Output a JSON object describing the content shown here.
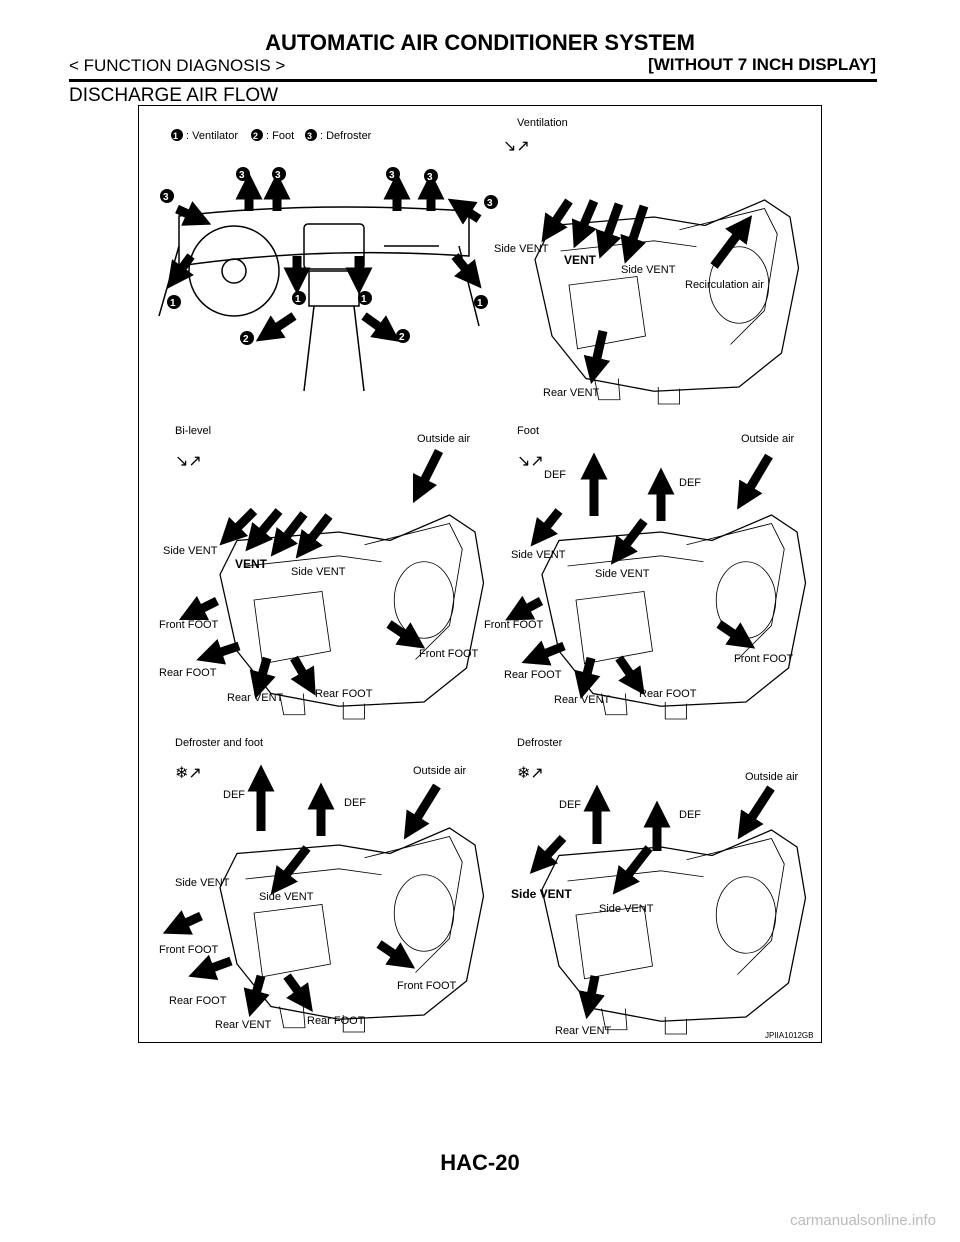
{
  "header": {
    "title": "AUTOMATIC AIR CONDITIONER SYSTEM",
    "breadcrumb": "< FUNCTION DIAGNOSIS >",
    "variant": "[WITHOUT 7 INCH DISPLAY]"
  },
  "section_title": "DISCHARGE AIR FLOW",
  "figure": {
    "legend": {
      "n1": "1",
      "l1": ": Ventilator",
      "n2": "2",
      "l2": ": Foot",
      "n3": "3",
      "l3": ": Defroster"
    },
    "labels": {
      "ventilation": "Ventilation",
      "bilevel": "Bi-level",
      "foot": "Foot",
      "def_foot": "Defroster and foot",
      "defroster": "Defroster",
      "side_vent": "Side VENT",
      "vent": "VENT",
      "recirculation": "Recirculation air",
      "rear_vent": "Rear VENT",
      "outside_air": "Outside air",
      "front_foot": "Front FOOT",
      "rear_foot": "Rear FOOT",
      "def": "DEF"
    },
    "code": "JPIIA1012GB"
  },
  "footer": {
    "page": "HAC-20",
    "watermark": "carmanualsonline.info"
  }
}
